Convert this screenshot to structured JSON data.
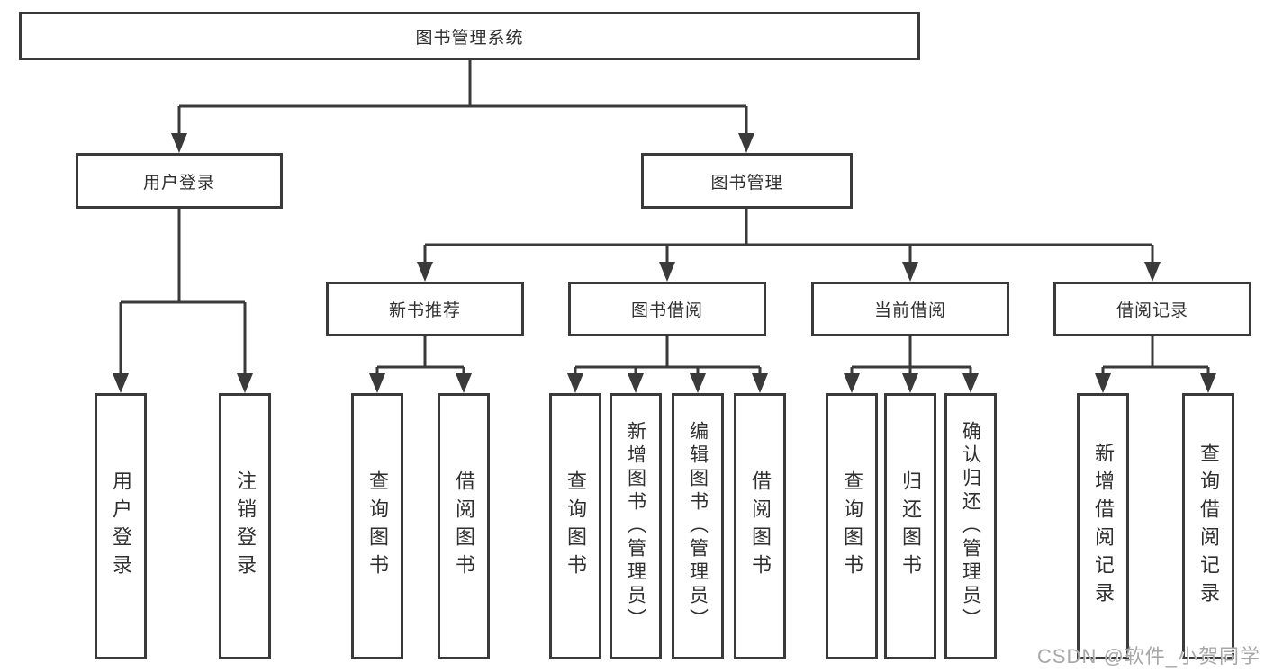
{
  "tree": {
    "label": "图书管理系统",
    "children": [
      {
        "label": "用户登录",
        "children": [
          {
            "label": "用户登录"
          },
          {
            "label": "注销登录"
          }
        ]
      },
      {
        "label": "图书管理",
        "children": [
          {
            "label": "新书推荐",
            "children": [
              {
                "label": "查询图书"
              },
              {
                "label": "借阅图书"
              }
            ]
          },
          {
            "label": "图书借阅",
            "children": [
              {
                "label": "查询图书"
              },
              {
                "label": "新增图书（管理员）"
              },
              {
                "label": "编辑图书（管理员）"
              },
              {
                "label": "借阅图书"
              }
            ]
          },
          {
            "label": "当前借阅",
            "children": [
              {
                "label": "查询图书"
              },
              {
                "label": "归还图书"
              },
              {
                "label": "确认归还（管理员）"
              }
            ]
          },
          {
            "label": "借阅记录",
            "children": [
              {
                "label": "新增借阅记录"
              },
              {
                "label": "查询借阅记录"
              }
            ]
          }
        ]
      }
    ]
  },
  "watermark": "CSDN @软件_小贺同学",
  "colors": {
    "line": "#3a3a3a",
    "text": "#2f2f2f",
    "background": "#ffffff",
    "watermark": "#a8a8a8"
  }
}
